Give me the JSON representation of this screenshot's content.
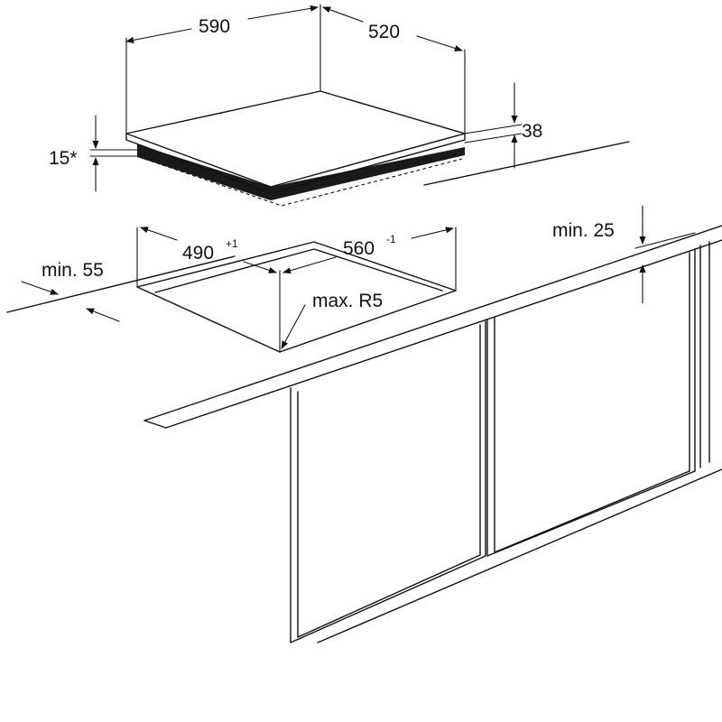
{
  "dimensions": {
    "hob_width": "590",
    "hob_depth": "520",
    "hob_height": "38",
    "hob_front_height": "15*",
    "cutout_width": "560",
    "cutout_width_tolerance": "-1",
    "cutout_depth": "490",
    "cutout_depth_tolerance": "+1",
    "front_margin": "min. 55",
    "corner_radius": "max. R5",
    "wall_clearance": "min. 25"
  }
}
